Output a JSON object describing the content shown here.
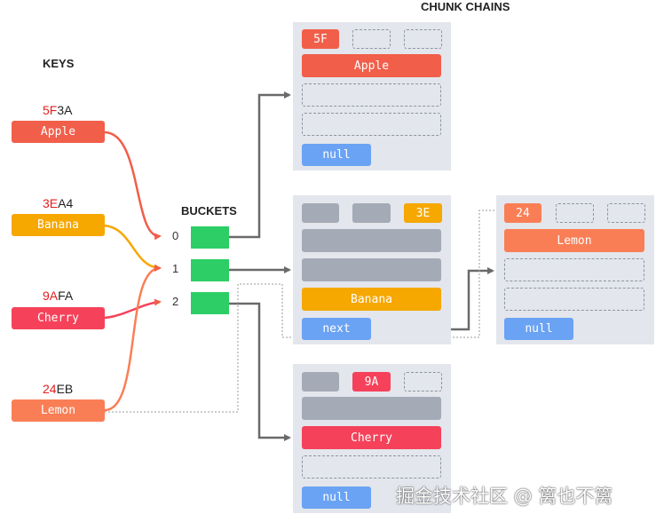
{
  "headings": {
    "keys": "KEYS",
    "buckets": "BUCKETS",
    "chunk_chains": "CHUNK CHAINS"
  },
  "keys": [
    {
      "hash_hl": "5F",
      "hash_rest": "3A",
      "label": "Apple",
      "color": "#f15e4a"
    },
    {
      "hash_hl": "3E",
      "hash_rest": "A4",
      "label": "Banana",
      "color": "#f6a700"
    },
    {
      "hash_hl": "9A",
      "hash_rest": "FA",
      "label": "Cherry",
      "color": "#f5425a"
    },
    {
      "hash_hl": "24",
      "hash_rest": "EB",
      "label": "Lemon",
      "color": "#fa7e55"
    }
  ],
  "buckets": [
    "0",
    "1",
    "2"
  ],
  "chunks": {
    "c1": {
      "tag": "5F",
      "entry": "Apple",
      "ptr": "null"
    },
    "c2": {
      "tag": "3E",
      "entry": "Banana",
      "ptr": "next"
    },
    "c3": {
      "tag": "9A",
      "entry": "Cherry",
      "ptr": "null"
    },
    "c4": {
      "tag": "24",
      "entry": "Lemon",
      "ptr": "null"
    }
  },
  "watermark": "掘金技术社区 @ 篱也不篱",
  "colors": {
    "bucket": "#2dce66",
    "chunk_bg": "#e3e6ec",
    "pointer": "#6aa3f4",
    "slot_gray": "#a4abb6",
    "arrow": "#6a6a6a"
  }
}
